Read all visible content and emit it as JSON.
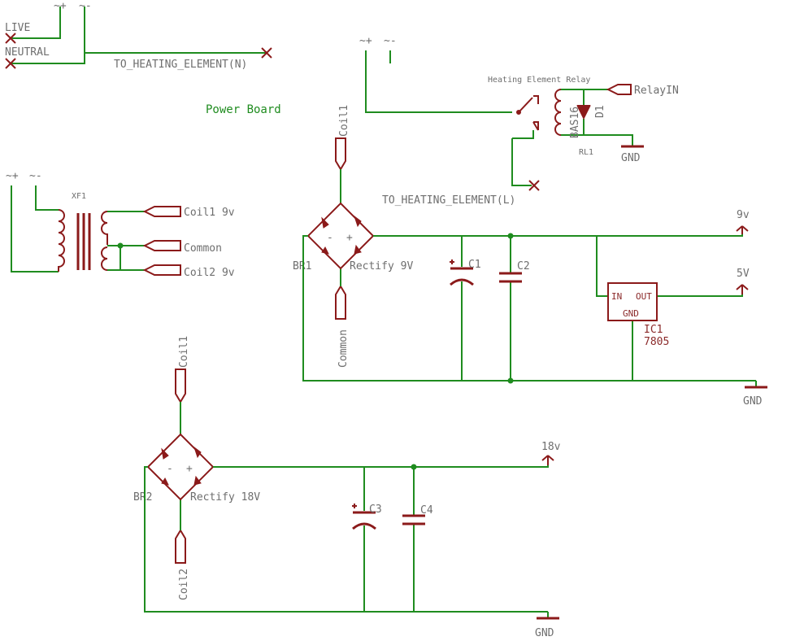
{
  "title": "Power Board",
  "inputs": {
    "live": "LIVE",
    "neutral": "NEUTRAL",
    "to_heat_n": "TO_HEATING_ELEMENT(N)",
    "to_heat_l": "TO_HEATING_ELEMENT(L)"
  },
  "supply_labels": {
    "plus": "~+",
    "minus": "~-"
  },
  "transformer": {
    "name": "XF1",
    "coil1": "Coil1 9v",
    "common": "Common",
    "coil2": "Coil2 9v"
  },
  "relay": {
    "title": "Heating Element Relay",
    "name": "RL1",
    "diode": "BAS16",
    "diode_name": "D1",
    "input": "RelayIN",
    "gnd": "GND"
  },
  "rectifier1": {
    "name": "BR1",
    "value": "Rectify 9V",
    "top": "Coil1",
    "bottom": "Common",
    "minus": "-",
    "plus": "+"
  },
  "rectifier2": {
    "name": "BR2",
    "value": "Rectify 18V",
    "top": "Coil1",
    "bottom": "Coil2",
    "minus": "-",
    "plus": "+"
  },
  "caps": {
    "c1": "C1",
    "c2": "C2",
    "c3": "C3",
    "c4": "C4"
  },
  "regulator": {
    "name": "IC1",
    "value": "7805",
    "in": "IN",
    "out": "OUT",
    "gnd": "GND"
  },
  "rails": {
    "v9": "9v",
    "v5": "5V",
    "v18": "18v",
    "gnd1": "GND",
    "gnd2": "GND"
  }
}
